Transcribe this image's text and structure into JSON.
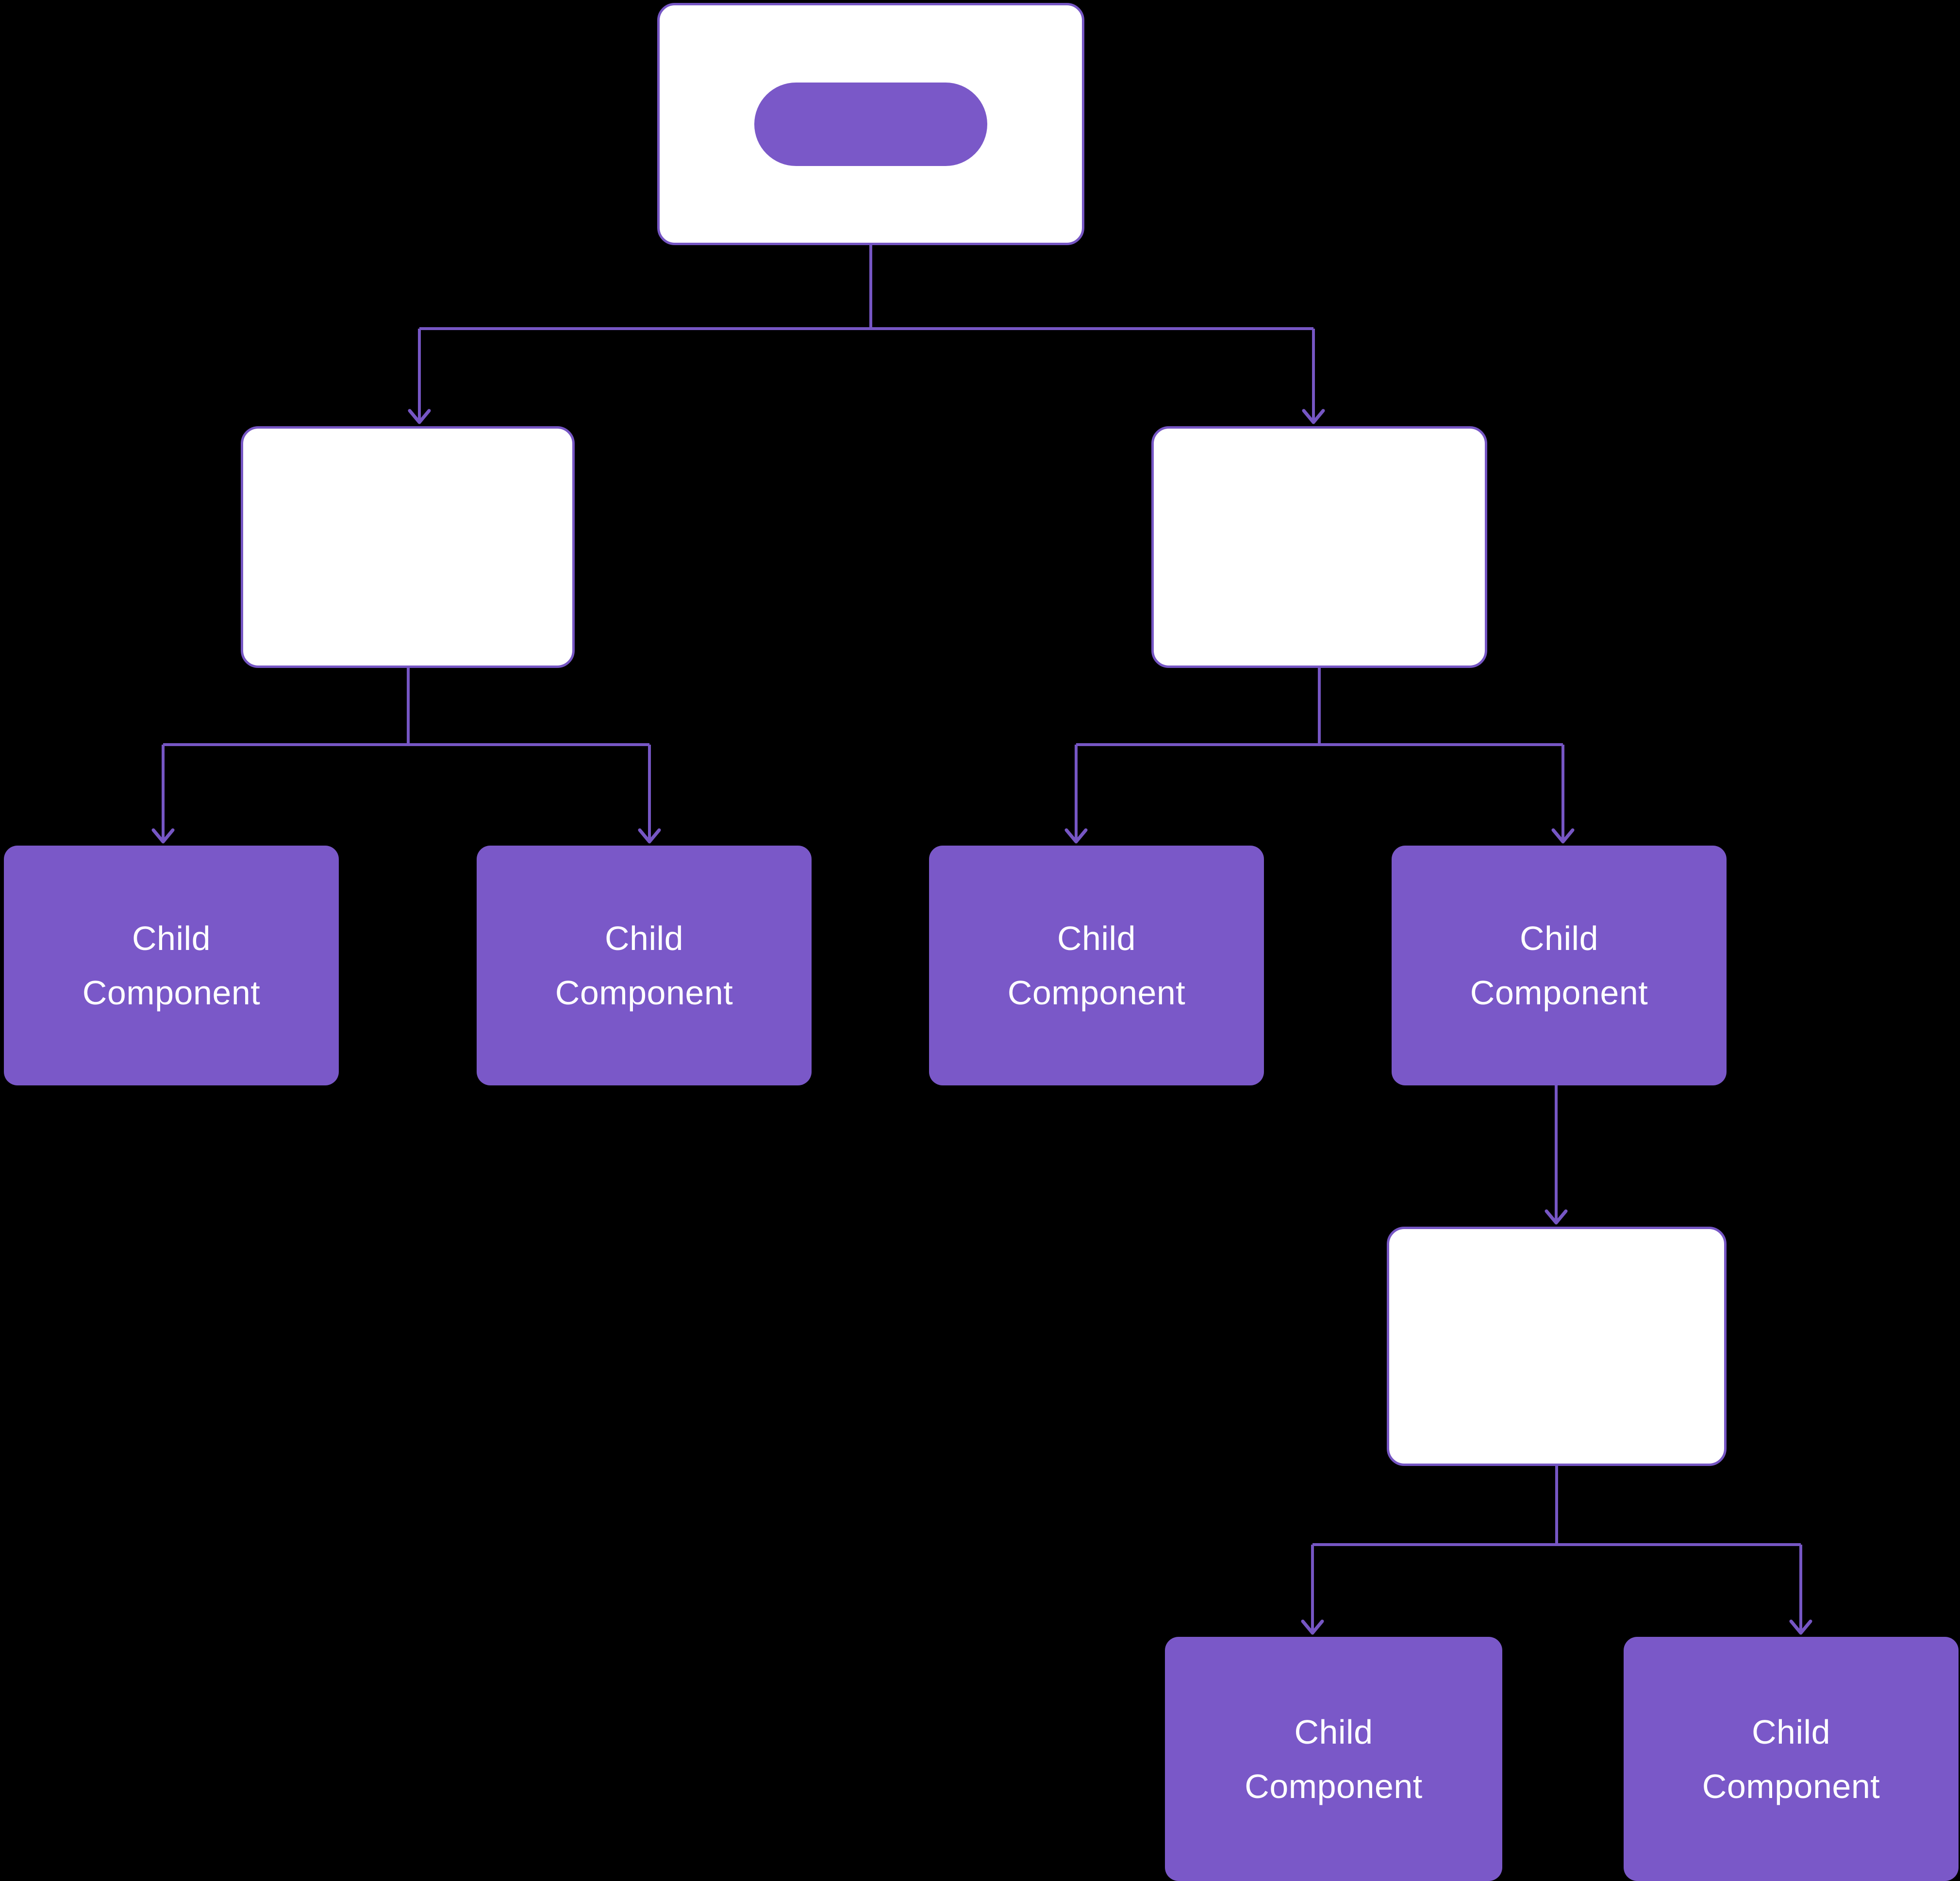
{
  "diagram": {
    "colors": {
      "background": "#000000",
      "accent": "#7A58C8",
      "edge": "#7656C4",
      "node_fill": "#FFFFFF",
      "label_text": "#FFFFFF"
    },
    "nodes": {
      "root": {
        "label": ""
      },
      "parent_left": {
        "label": ""
      },
      "parent_right": {
        "label": ""
      },
      "child_1": {
        "label": "Child Component"
      },
      "child_2": {
        "label": "Child Component"
      },
      "child_3": {
        "label": "Child Component"
      },
      "child_4": {
        "label": "Child Component"
      },
      "sub_parent": {
        "label": ""
      },
      "child_5": {
        "label": "Child Component"
      },
      "child_6": {
        "label": "Child Component"
      }
    }
  }
}
